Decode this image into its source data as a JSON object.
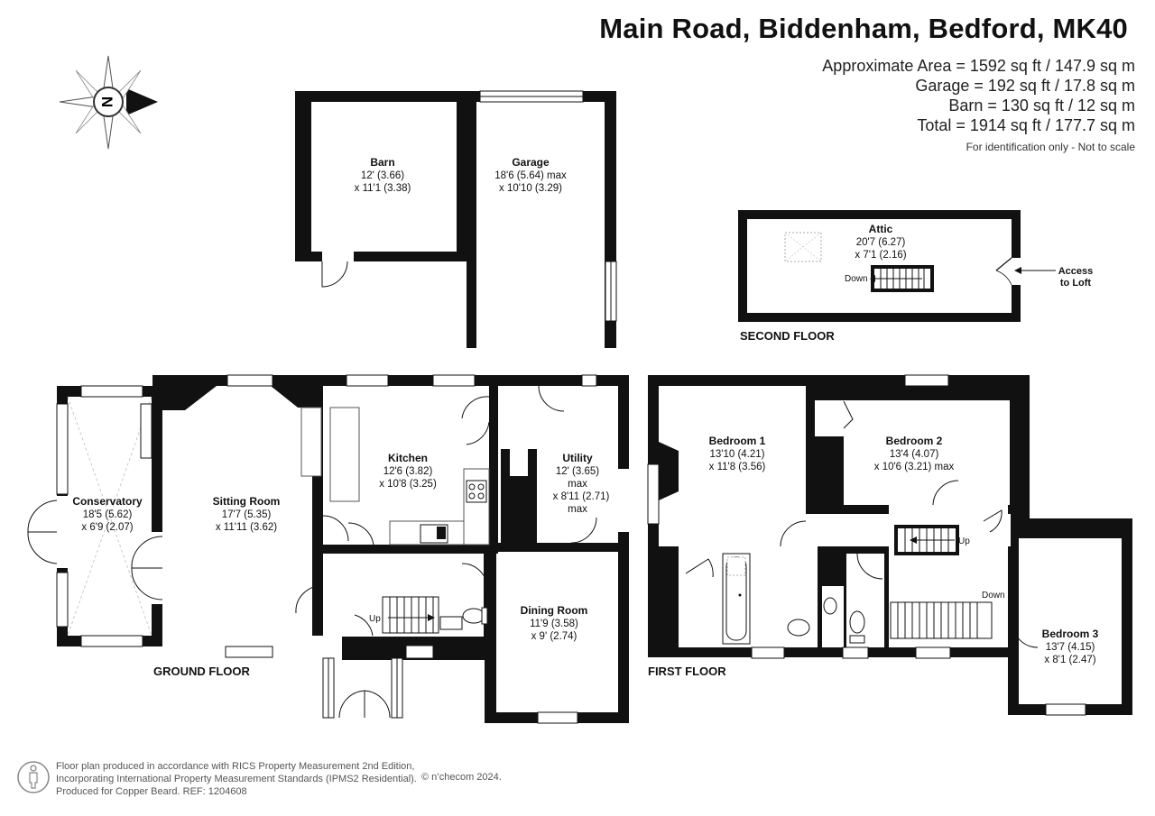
{
  "header": {
    "title": "Main Road, Biddenham, Bedford, MK40",
    "areas": [
      "Approximate Area = 1592 sq ft / 147.9 sq m",
      "Garage = 192 sq ft / 17.8 sq m",
      "Barn = 130 sq ft / 12 sq m",
      "Total = 1914 sq ft / 177.7 sq m"
    ],
    "disclaimer": "For identification only - Not to scale"
  },
  "compass": {
    "label": "N"
  },
  "floors": {
    "ground": "GROUND FLOOR",
    "first": "FIRST FLOOR",
    "second": "SECOND FLOOR"
  },
  "rooms": {
    "barn": {
      "name": "Barn",
      "dim1": "12' (3.66)",
      "dim2": "x 11'1 (3.38)"
    },
    "garage": {
      "name": "Garage",
      "dim1": "18'6 (5.64) max",
      "dim2": "x 10'10 (3.29)"
    },
    "attic": {
      "name": "Attic",
      "dim1": "20'7 (6.27)",
      "dim2": "x 7'1 (2.16)"
    },
    "conservatory": {
      "name": "Conservatory",
      "dim1": "18'5 (5.62)",
      "dim2": "x 6'9 (2.07)"
    },
    "sitting": {
      "name": "Sitting Room",
      "dim1": "17'7 (5.35)",
      "dim2": "x 11'11 (3.62)"
    },
    "kitchen": {
      "name": "Kitchen",
      "dim1": "12'6 (3.82)",
      "dim2": "x 10'8 (3.25)"
    },
    "utility": {
      "name": "Utility",
      "dim1": "12' (3.65)",
      "dim2": "max",
      "dim3": "x 8'11 (2.71)",
      "dim4": "max"
    },
    "dining": {
      "name": "Dining Room",
      "dim1": "11'9 (3.58)",
      "dim2": "x 9' (2.74)"
    },
    "bedroom1": {
      "name": "Bedroom 1",
      "dim1": "13'10 (4.21)",
      "dim2": "x 11'8 (3.56)"
    },
    "bedroom2": {
      "name": "Bedroom 2",
      "dim1": "13'4 (4.07)",
      "dim2": "x 10'6 (3.21) max"
    },
    "bedroom3": {
      "name": "Bedroom 3",
      "dim1": "13'7 (4.15)",
      "dim2": "x 8'1 (2.47)"
    }
  },
  "labels": {
    "down": "Down",
    "up": "Up",
    "access1": "Access",
    "access2": "to Loft"
  },
  "footer": {
    "line1": "Floor plan produced in accordance with RICS Property Measurement 2nd Edition,",
    "line2": "Incorporating International Property Measurement Standards (IPMS2 Residential).",
    "line3": "Produced for Copper Beard.   REF: 1204608",
    "brand": "© n’checom 2024."
  }
}
